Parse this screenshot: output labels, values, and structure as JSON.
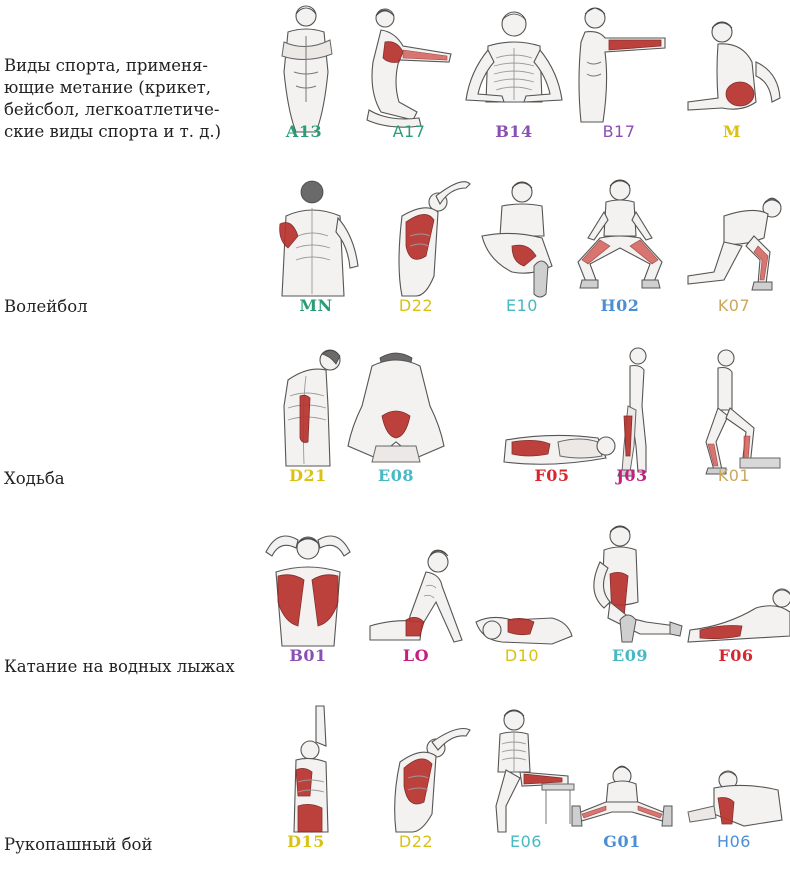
{
  "colors": {
    "teal": "#2a9d78",
    "purple": "#8a4fb3",
    "yellow": "#d9c214",
    "cyan": "#46b9c4",
    "blue": "#4a8fd6",
    "tan": "#c9a85c",
    "red": "#d8262f",
    "magenta": "#c41f80"
  },
  "sections": [
    {
      "label": "Виды спорта, применя-\nющие метание (крикет,\nбейсбол, легкоатлетиче-\nские виды спорта и т. д.)",
      "stretches": [
        {
          "code": "A13",
          "color": "#2a9d78",
          "style": "serif"
        },
        {
          "code": "A17",
          "color": "#2a9d78",
          "style": "sans"
        },
        {
          "code": "B14",
          "color": "#8a4fb3",
          "style": "serif"
        },
        {
          "code": "B17",
          "color": "#8a4fb3",
          "style": "sans"
        },
        {
          "code": "M",
          "color": "#d9c214",
          "style": "serif"
        }
      ]
    },
    {
      "label": "Волейбол",
      "stretches": [
        {
          "code": "MN",
          "color": "#2a9d78",
          "style": "serif"
        },
        {
          "code": "D22",
          "color": "#d9c214",
          "style": "sans"
        },
        {
          "code": "E10",
          "color": "#46b9c4",
          "style": "sans"
        },
        {
          "code": "H02",
          "color": "#4a8fd6",
          "style": "serif"
        },
        {
          "code": "K07",
          "color": "#c9a85c",
          "style": "sans"
        }
      ]
    },
    {
      "label": "Ходьба",
      "stretches": [
        {
          "code": "D21",
          "color": "#d9c214",
          "style": "serif"
        },
        {
          "code": "E08",
          "color": "#46b9c4",
          "style": "serif"
        },
        {
          "code": "F05",
          "color": "#d8262f",
          "style": "serif"
        },
        {
          "code": "J03",
          "color": "#c41f80",
          "style": "serif"
        },
        {
          "code": "K01",
          "color": "#c9a85c",
          "style": "sans"
        }
      ]
    },
    {
      "label": "Катание на водных лыжах",
      "stretches": [
        {
          "code": "B01",
          "color": "#8a4fb3",
          "style": "serif"
        },
        {
          "code": "LO",
          "color": "#c41f80",
          "style": "serif"
        },
        {
          "code": "D10",
          "color": "#d9c214",
          "style": "sans"
        },
        {
          "code": "E09",
          "color": "#46b9c4",
          "style": "serif"
        },
        {
          "code": "F06",
          "color": "#d8262f",
          "style": "serif"
        }
      ]
    },
    {
      "label": "Рукопашный бой",
      "stretches": [
        {
          "code": "D15",
          "color": "#d9c214",
          "style": "serif"
        },
        {
          "code": "D22",
          "color": "#d9c214",
          "style": "sans"
        },
        {
          "code": "E06",
          "color": "#46b9c4",
          "style": "sans"
        },
        {
          "code": "G01",
          "color": "#4a8fd6",
          "style": "serif"
        },
        {
          "code": "H06",
          "color": "#4a8fd6",
          "style": "sans"
        }
      ]
    }
  ]
}
